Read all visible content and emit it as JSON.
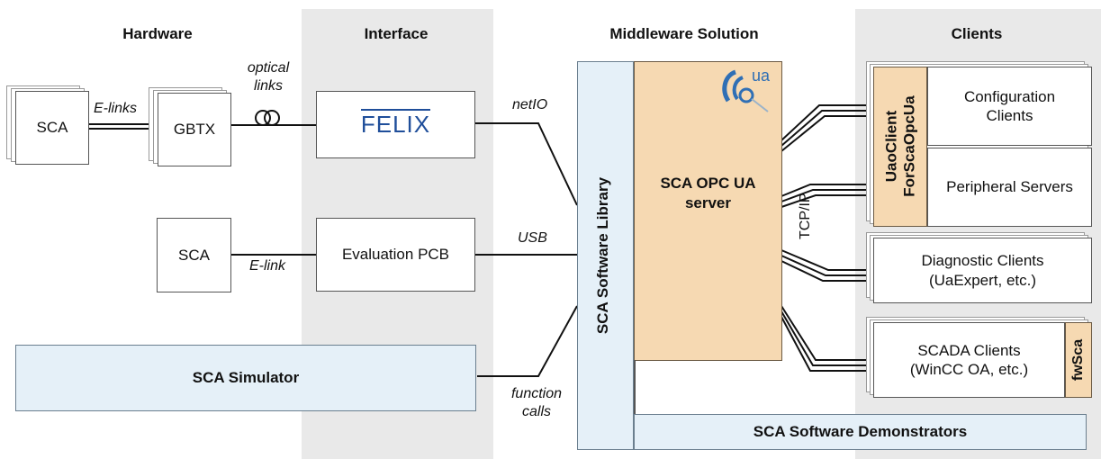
{
  "headers": {
    "hardware": "Hardware",
    "interface": "Interface",
    "middleware": "Middleware Solution",
    "clients": "Clients"
  },
  "hardware": {
    "sca_top": "SCA",
    "gbtx": "GBTX",
    "sca_mid": "SCA",
    "simulator": "SCA Simulator"
  },
  "interface": {
    "felix": "FELIX",
    "eval_pcb": "Evaluation PCB"
  },
  "links": {
    "e_links": "E-links",
    "optical_links": "optical\nlinks",
    "e_link": "E-link",
    "netio": "netIO",
    "usb": "USB",
    "function_calls": "function\ncalls",
    "tcpip": "TCP/IP"
  },
  "middleware": {
    "library": "SCA Software Library",
    "server": "SCA OPC UA\nserver",
    "ua_logo": "ua",
    "demonstrators": "SCA Software Demonstrators"
  },
  "clients": {
    "uao": "UaoClient\nForScaOpcUa",
    "configuration": "Configuration\nClients",
    "peripheral": "Peripheral Servers",
    "diagnostic": "Diagnostic Clients\n(UaExpert, etc.)",
    "scada": "SCADA Clients\n(WinCC OA, etc.)",
    "fwsca": "fwSca"
  },
  "colors": {
    "zone_gray": "#e9e9e9",
    "blue_fill": "#e5f0f8",
    "tan_fill": "#f6d9b2",
    "felix_blue": "#1f4e9a"
  }
}
